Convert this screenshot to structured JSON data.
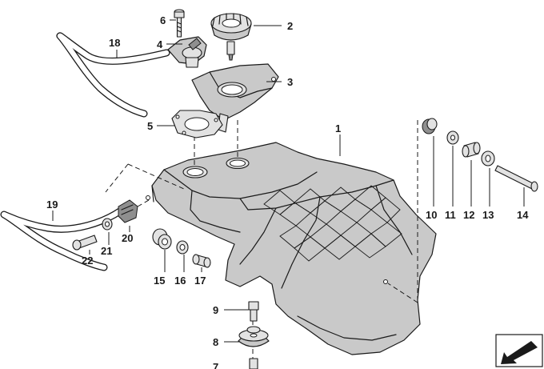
{
  "callouts": {
    "c1": "1",
    "c2": "2",
    "c3": "3",
    "c4": "4",
    "c5": "5",
    "c6": "6",
    "c7": "7",
    "c8": "8",
    "c9": "9",
    "c10": "10",
    "c11": "11",
    "c12": "12",
    "c13": "13",
    "c14": "14",
    "c15": "15",
    "c16": "16",
    "c17": "17",
    "c18": "18",
    "c19": "19",
    "c20": "20",
    "c21": "21",
    "c22": "22"
  },
  "icons": {
    "corner_badge": "arrow-icon"
  },
  "colors": {
    "part_fill": "#c9c9c9",
    "line": "#1a1a1a",
    "background": "#ffffff"
  }
}
